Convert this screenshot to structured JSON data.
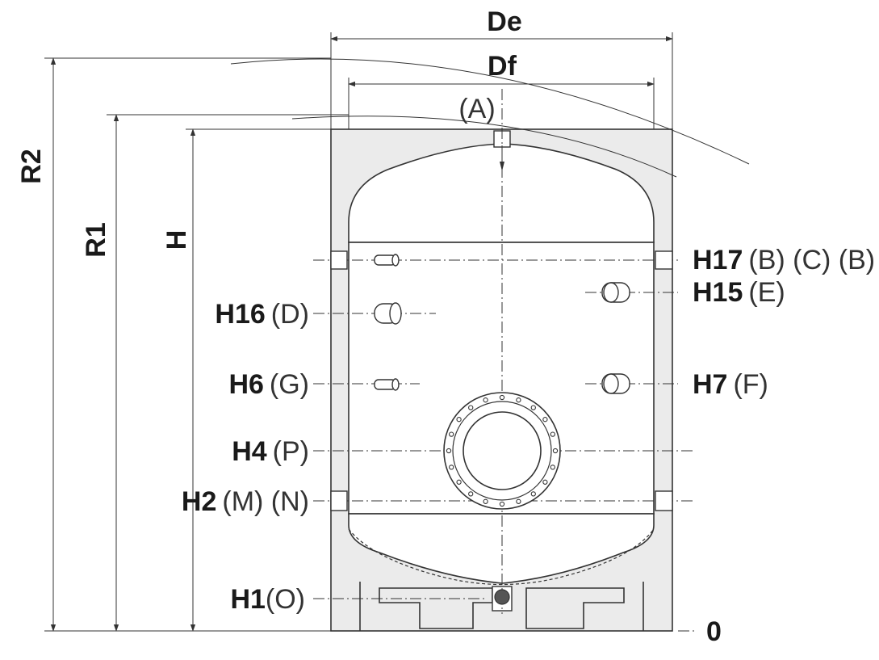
{
  "dimensions": {
    "de": "De",
    "df": "Df",
    "r2": "R2",
    "r1": "R1",
    "h": "H",
    "zero": "0"
  },
  "top_connection": {
    "label": "(A)"
  },
  "connections_left": [
    {
      "code": "H16",
      "letters": "(D)"
    },
    {
      "code": "H6",
      "letters": "(G)"
    },
    {
      "code": "H4",
      "letters": "(P)"
    },
    {
      "code": "H2",
      "letters": "(M) (N)"
    },
    {
      "code": "H1",
      "letters": "(O)"
    }
  ],
  "connections_right": [
    {
      "code": "H17",
      "letters": "(B) (C) (B)"
    },
    {
      "code": "H15",
      "letters": "(E)"
    },
    {
      "code": "H7",
      "letters": "(F)"
    }
  ],
  "colors": {
    "insulation": "#ebebeb",
    "line": "#333333",
    "text": "#1a1a1a",
    "drain": "#555555"
  }
}
